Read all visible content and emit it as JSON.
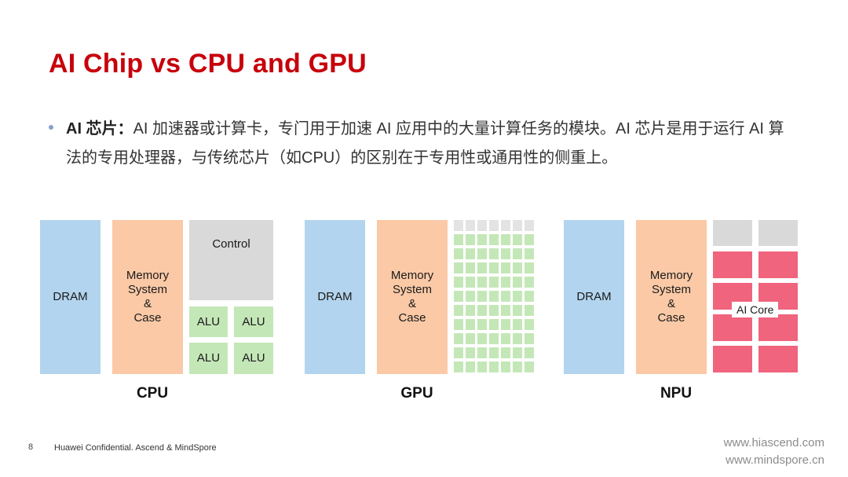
{
  "slide": {
    "title": "AI Chip vs CPU and GPU",
    "bullet_term": "AI 芯片：",
    "bullet_text": "AI 加速器或计算卡，专门用于加速 AI 应用中的大量计算任务的模块。AI 芯片是用于运行 AI 算法的专用处理器，与传统芯片（如CPU）的区别在于专用性或通用性的侧重上。"
  },
  "diagrams": {
    "cpu": {
      "dram": "DRAM",
      "memory": "Memory\nSystem\n&\nCase",
      "control": "Control",
      "alu1": "ALU",
      "alu2": "ALU",
      "alu3": "ALU",
      "alu4": "ALU",
      "label": "CPU"
    },
    "gpu": {
      "dram": "DRAM",
      "memory": "Memory\nSystem\n&\nCase",
      "label": "GPU"
    },
    "npu": {
      "dram": "DRAM",
      "memory": "Memory\nSystem\n&\nCase",
      "ai_core": "AI Core",
      "label": "NPU"
    }
  },
  "colors": {
    "title": "#c7000b",
    "dram": "#b3d4ee",
    "memory": "#fbc9a6",
    "control": "#d9d9d9",
    "alu": "#c4e7b7",
    "ai_core": "#f0647d"
  },
  "footer": {
    "page_number": "8",
    "confidential": "Huawei Confidential. Ascend & MindSpore",
    "url1": "www.hiascend.com",
    "url2": "www.mindspore.cn"
  }
}
